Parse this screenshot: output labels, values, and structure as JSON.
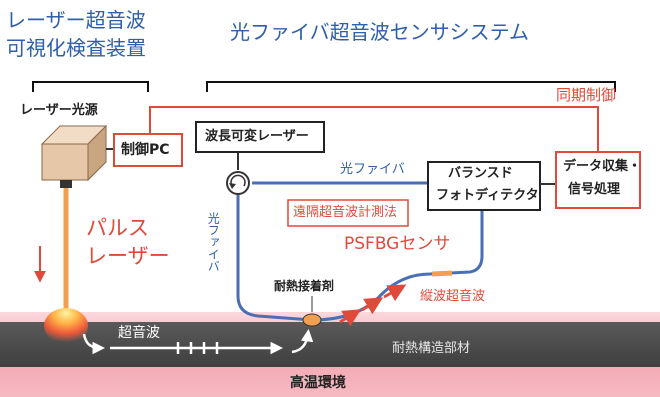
{
  "titles": {
    "laser_system_line1": "レーザー超音波",
    "laser_system_line2": "可視化検査装置",
    "fiber_system": "光ファイバ超音波センサシステム"
  },
  "labels": {
    "laser_source": "レーザー光源",
    "pc": "制御PC",
    "tunable_laser": "波長可変レーザー",
    "balanced_line1": "バランスド",
    "balanced_line2": "フォトディテクタ",
    "data_line1": "データ収集・",
    "data_line2": "信号処理",
    "sync": "同期制御",
    "fiber_top": "光ファイバ",
    "fiber_left": "光ファイバ",
    "remote": "遠隔超音波計測法",
    "psfbg": "PSFBGセンサ",
    "pulse_line1": "パルス",
    "pulse_line2": "レーザー",
    "adhesive": "耐熱接着剤",
    "longitudinal": "縦波超音波",
    "ultrasound": "超音波",
    "member": "耐熱構造部材",
    "environment": "高温環境"
  },
  "colors": {
    "title_blue": "#2f5fa8",
    "accent_red": "#e04a3a",
    "fiber_blue": "#4a6fb5",
    "laser_orange": "#f0a050",
    "member_gray": "#4d4d4d",
    "hot_pink": "#f3a7b2"
  }
}
